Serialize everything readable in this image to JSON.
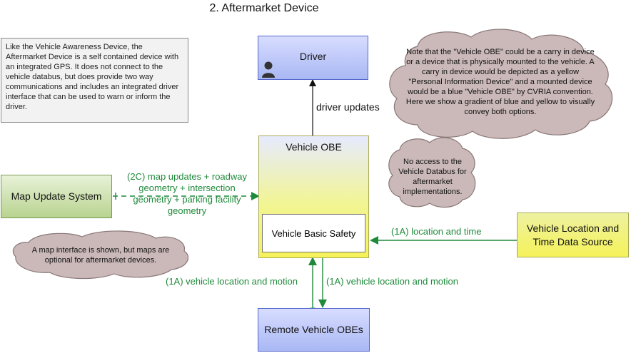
{
  "title": "2. Aftermarket Device",
  "nodes": {
    "driver": "Driver",
    "vehicle_obe": "Vehicle OBE",
    "vehicle_basic_safety": "Vehicle Basic Safety",
    "map_update_system": "Map Update System",
    "vehicle_location": "Vehicle Location and Time Data Source",
    "remote_vehicle_obes": "Remote Vehicle OBEs"
  },
  "flows": {
    "driver_updates": "driver updates",
    "map_updates": "(2C) map updates + roadway geometry + intersection geometry + parking facility geometry",
    "location_time": "(1A) location and time",
    "vehicle_location_motion_up": "(1A) vehicle location and motion",
    "vehicle_location_motion_down": "(1A) vehicle location and motion"
  },
  "notes": {
    "description": "Like the Vehicle Awareness Device, the Aftermarket Device is a self contained device with an integrated GPS.  It does not connect to the vehicle databus, but does provide two way communications and includes an integrated driver interface that can be used to warn or inform the driver.",
    "obe_note": "Note that the \"Vehicle OBE\" could be a carry in device or a device that is physically mounted to the vehicle.  A carry in device would be depicted as a yellow \"Personal Information Device\" and a mounted device would be a blue \"Vehicle OBE\" by CVRIA convention.  Here we show a gradient of blue and yellow to visually convey both options.",
    "databus_note": "No access to the Vehicle Databus for aftermarket implementations.",
    "map_note": "A map interface is shown, but maps are optional for aftermarket devices."
  },
  "colors": {
    "flow_green": "#1f8a3a",
    "cloud_fill": "#cbb9b9",
    "cloud_stroke": "#8a7777"
  },
  "icons": {
    "driver": "person-icon"
  }
}
